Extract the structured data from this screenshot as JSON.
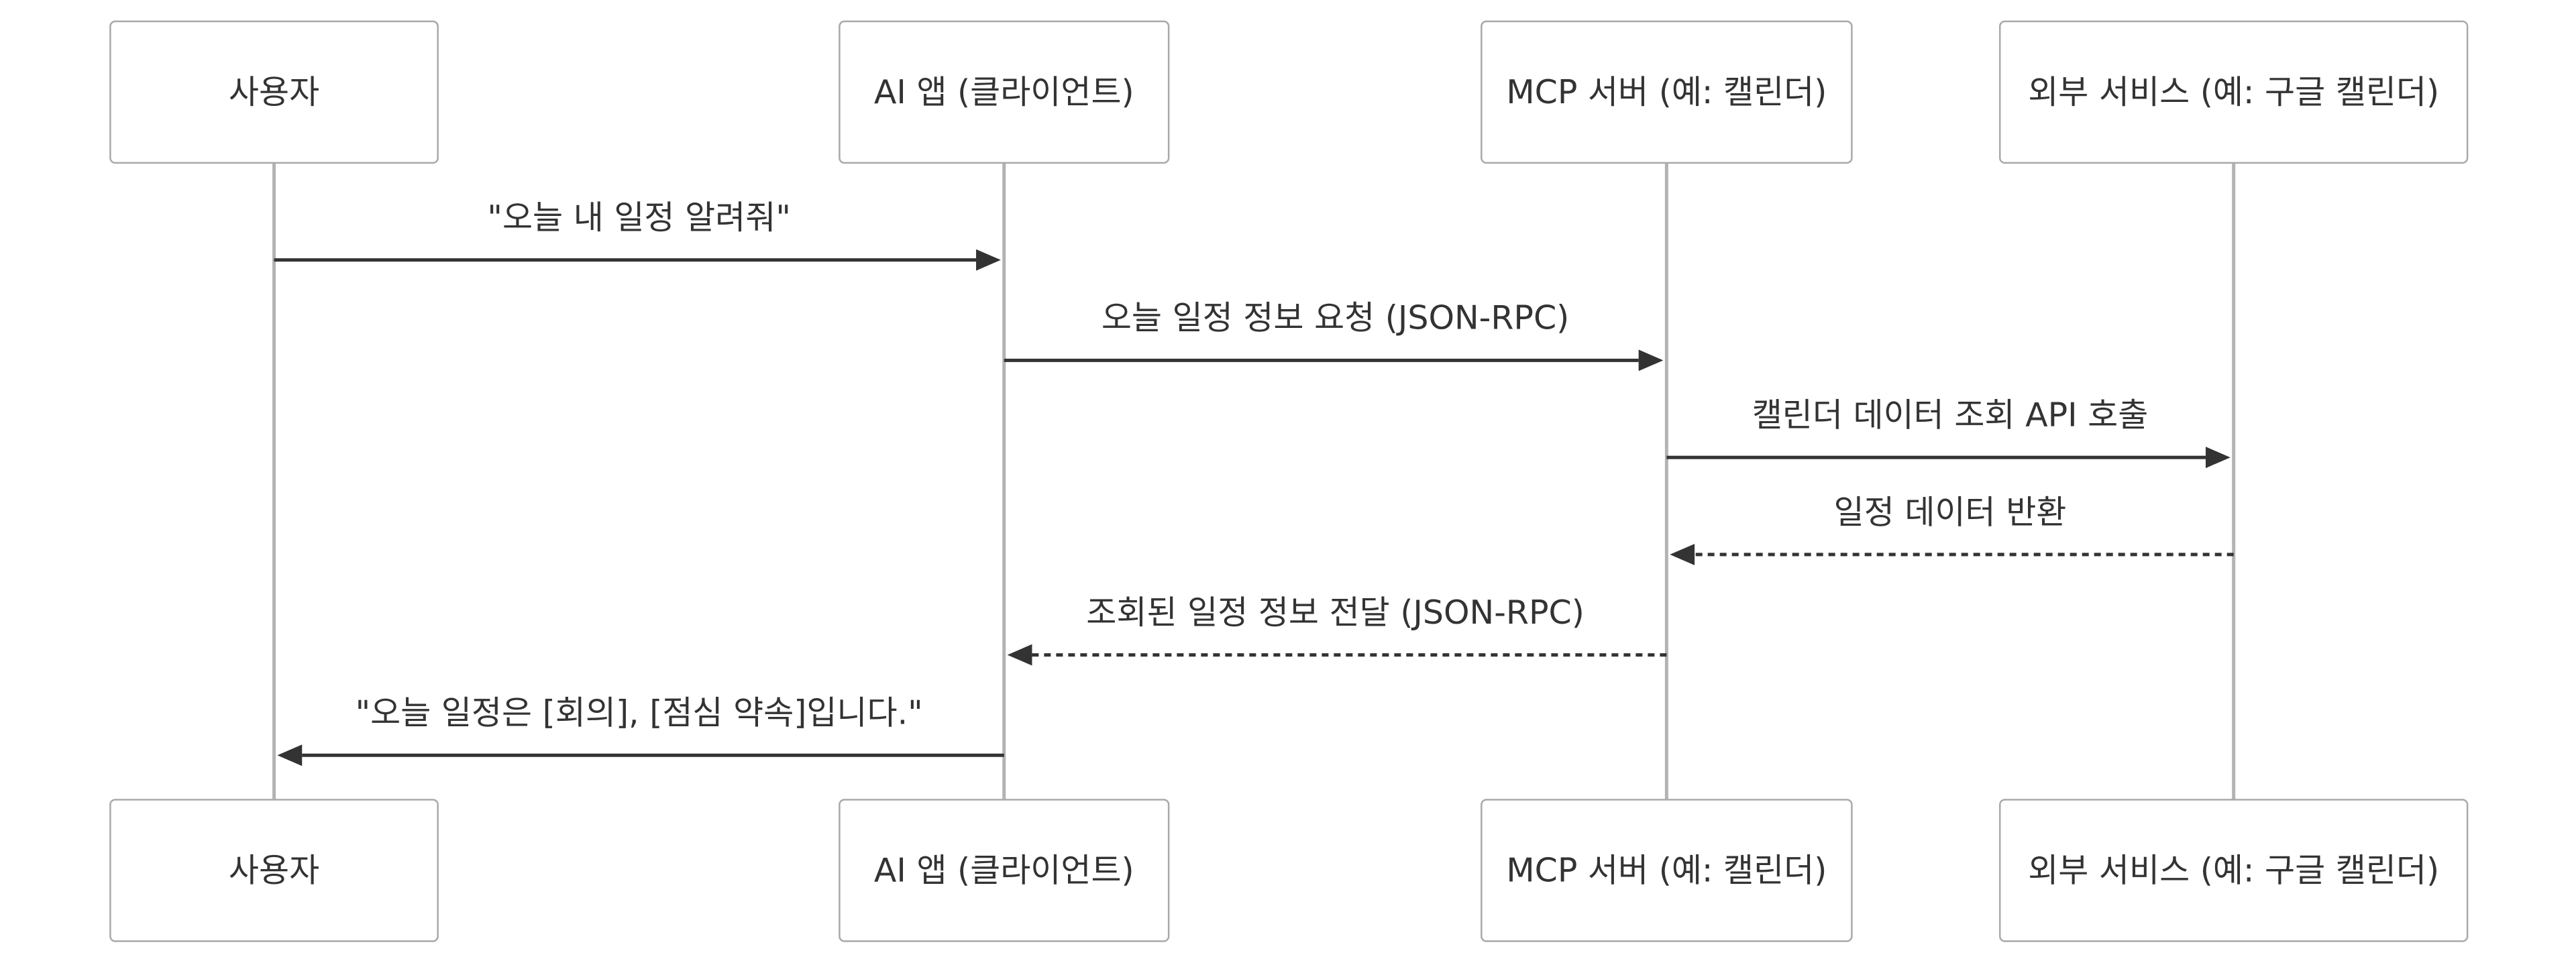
{
  "participants": [
    {
      "id": "user",
      "label": "사용자"
    },
    {
      "id": "client",
      "label": "AI 앱 (클라이언트)"
    },
    {
      "id": "server",
      "label": "MCP 서버 (예: 캘린더)"
    },
    {
      "id": "external",
      "label": "외부 서비스 (예: 구글 캘린더)"
    }
  ],
  "messages": [
    {
      "from": "user",
      "to": "client",
      "text": "\"오늘 내 일정 알려줘\"",
      "style": "solid"
    },
    {
      "from": "client",
      "to": "server",
      "text": "오늘 일정 정보 요청 (JSON-RPC)",
      "style": "solid"
    },
    {
      "from": "server",
      "to": "external",
      "text": "캘린더 데이터 조회 API 호출",
      "style": "solid"
    },
    {
      "from": "external",
      "to": "server",
      "text": "일정 데이터 반환",
      "style": "dashed"
    },
    {
      "from": "server",
      "to": "client",
      "text": "조회된 일정 정보 전달 (JSON-RPC)",
      "style": "dashed"
    },
    {
      "from": "client",
      "to": "user",
      "text": "\"오늘 일정은 [회의], [점심 약속]입니다.\"",
      "style": "solid"
    }
  ]
}
